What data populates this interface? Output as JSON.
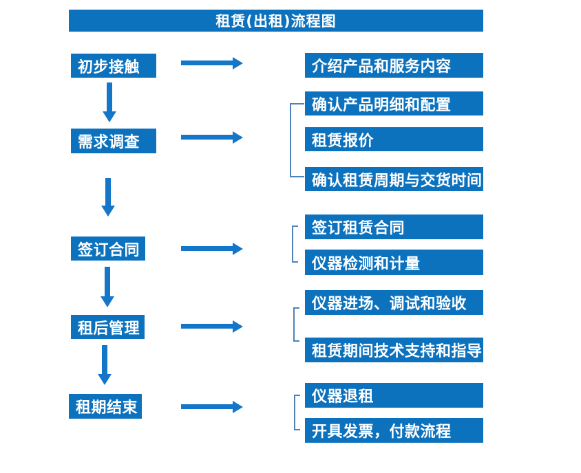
{
  "title": "租赁(出租)流程图",
  "colors": {
    "box_blue": "#0D72BE",
    "arrow_blue": "#1476C8",
    "bracket_blue": "#4E82BD",
    "text_white": "#FFFFFF"
  },
  "stages": [
    {
      "label": "初步接触",
      "details": [
        "介绍产品和服务内容"
      ]
    },
    {
      "label": "需求调查",
      "details": [
        "确认产品明细和配置",
        "租赁报价",
        "确认租赁周期与交货时间"
      ]
    },
    {
      "label": "签订合同",
      "details": [
        "签订租赁合同",
        "仪器检测和计量"
      ]
    },
    {
      "label": "租后管理",
      "details": [
        "仪器进场、调试和验收",
        "租赁期间技术支持和指导"
      ]
    },
    {
      "label": "租期结束",
      "details": [
        "仪器退租",
        "开具发票，付款流程"
      ]
    }
  ]
}
